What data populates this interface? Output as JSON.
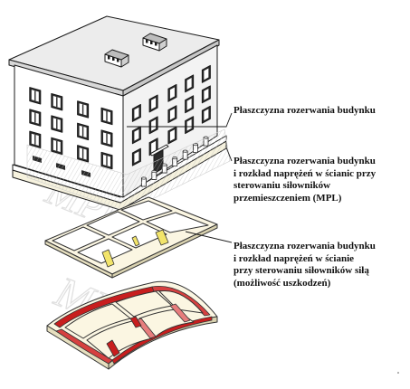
{
  "labels": {
    "rupture_plane": "Płaszczyzna rozerwania budynku",
    "displacement_control": "Płaszczyzna rozerwania budynku\ni rozkład naprężeń w ścianic przy\nsterowaniu siłowników\nprzemieszczeniem (MPL)",
    "force_control": "Płaszczyzna rozerwania budynku\ni rozkład naprężeń w ścianie\nprzy sterowaniu siłowników siłą\n(możliwość uszkodzeń)"
  },
  "watermark_text": "MPL",
  "colors": {
    "building_outline": "#1a1a1a",
    "roof_fill": "#f2f2f2",
    "wall_fill": "#ffffff",
    "window_fill": "#2b2b2b",
    "slab_fill": "#f6f2de",
    "plan_outline": "#333333",
    "plan_fill_cream": "#fbf6e2",
    "stress_yellow": "#f2e46a",
    "stress_red": "#c81e1e",
    "stress_pink": "#e77d7d",
    "watermark": "#d9d9d9"
  }
}
